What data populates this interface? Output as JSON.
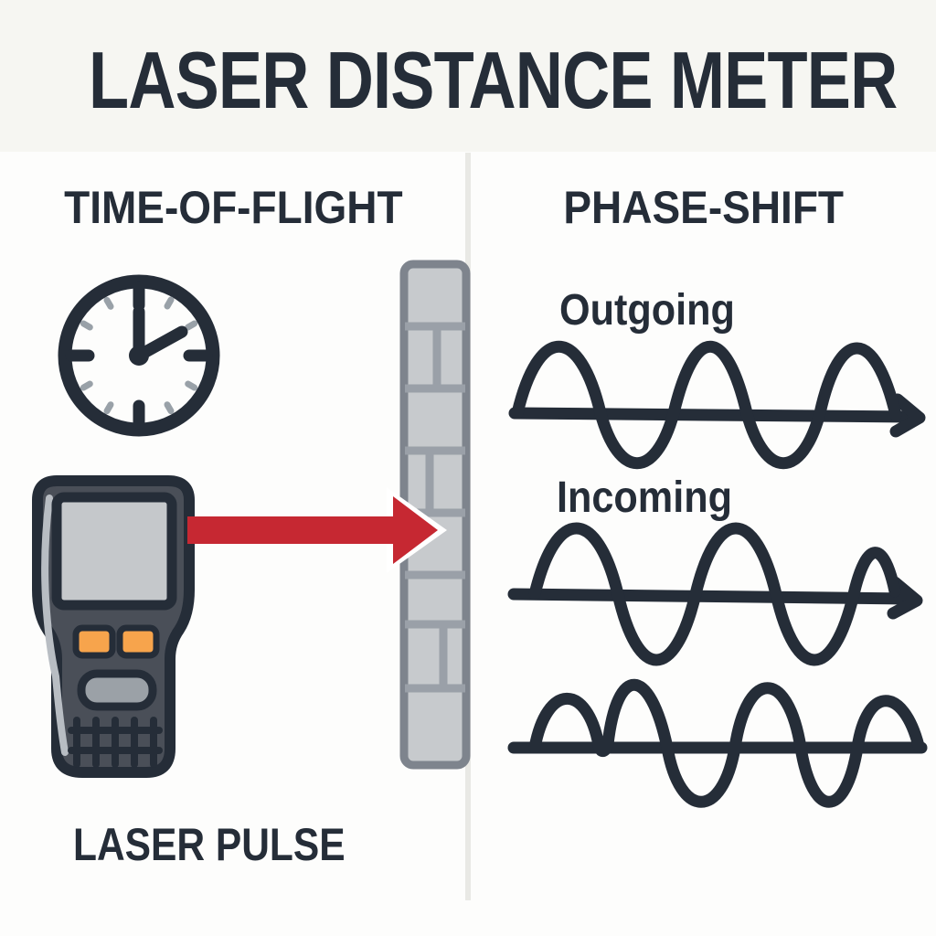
{
  "header": {
    "title": "LASER DISTANCE METER"
  },
  "panels": {
    "left": {
      "heading": "TIME-OF-FLIGHT",
      "caption": "LASER PULSE",
      "icons": [
        "clock-icon",
        "laser-device-icon",
        "laser-beam-arrow-icon",
        "brick-wall-icon"
      ]
    },
    "right": {
      "heading": "PHASE-SHIFT",
      "wave_labels": {
        "outgoing": "Outgoing",
        "incoming": "Incoming"
      },
      "icons": [
        "outgoing-wave-icon",
        "incoming-wave-icon",
        "shifted-wave-icon"
      ]
    }
  },
  "clock": {
    "hour_hand": "2 o'clock",
    "minute_hand": "12 o'clock"
  },
  "colors": {
    "ink": "#252d38",
    "red": "#c62832",
    "orange": "#f7a44c",
    "device_body": "#4a4f58",
    "screen_gray": "#c5c8cb",
    "button_gray": "#9ba1a7",
    "brick": "#c7cacd",
    "mortar": "#9aa0a8",
    "wall_border": "#7e848d",
    "header_bg": "#f6f6f2",
    "page_bg": "#fdfdfc",
    "divider": "#e9e9e5",
    "minor_tick": "#99a1a8",
    "highlight": "#b8bdc3"
  }
}
